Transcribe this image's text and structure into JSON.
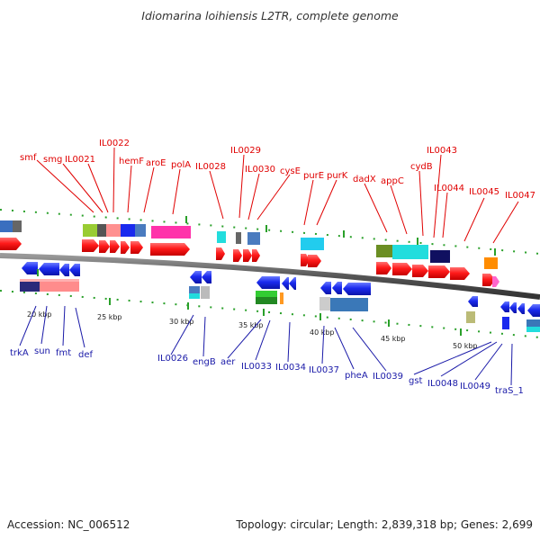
{
  "title": "Idiomarina loihiensis L2TR, complete genome",
  "footer": {
    "accession": "Accession: NC_006512",
    "stats": "Topology: circular; Length: 2,839,318 bp; Genes: 2,699"
  },
  "scale_ticks": [
    "20 kbp",
    "25 kbp",
    "30 kbp",
    "35 kbp",
    "40 kbp",
    "45 kbp",
    "50 kbp"
  ],
  "labels_forward": [
    "smf",
    "smg",
    "IL0021",
    "IL0022",
    "hemF",
    "aroE",
    "polA",
    "IL0028",
    "IL0029",
    "IL0030",
    "cysE",
    "purE",
    "purK",
    "dadX",
    "appC",
    "cydB",
    "IL0043",
    "IL0044",
    "IL0045",
    "IL0047"
  ],
  "labels_reverse": [
    "trkA",
    "sun",
    "fmt",
    "def",
    "IL0026",
    "engB",
    "aer",
    "IL0033",
    "IL0034",
    "IL0037",
    "pheA",
    "IL0039",
    "gst",
    "IL0048",
    "IL0049",
    "traS_1"
  ],
  "colors": {
    "forward_gene": "#ff1a1a",
    "reverse_gene": "#1a2aee",
    "genome_backbone": "#555555",
    "label_forward": "#e00000",
    "label_reverse": "#1a1aa8",
    "tick": "#22aa22"
  }
}
